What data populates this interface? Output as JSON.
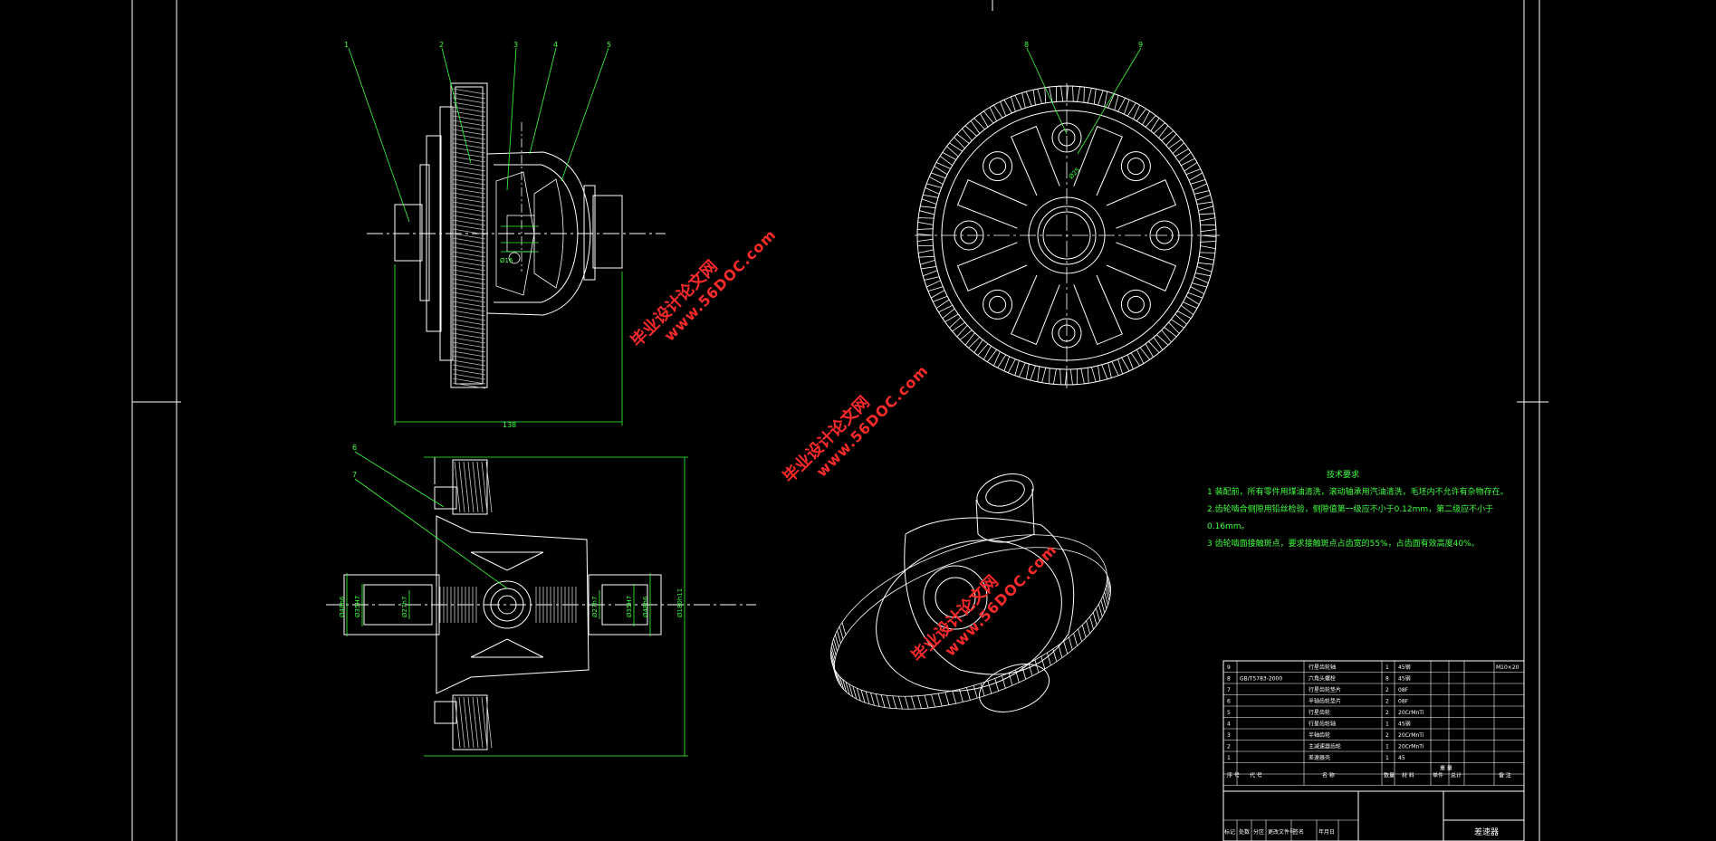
{
  "balloons": [
    "1",
    "2",
    "3",
    "4",
    "5",
    "6",
    "7",
    "8",
    "9"
  ],
  "dimensions": {
    "width_top": "138",
    "d_left_outer": "Ø48h6",
    "d_left_inner": "Ø35H7",
    "d_spline_left": "Ø27h7",
    "d_spline_right": "Ø27h7",
    "d_right_inner": "Ø35H7",
    "d_right_outer": "Ø48h6",
    "d_total": "Ø180h11",
    "d_center": "Ø16",
    "d_front": "Ø25"
  },
  "tech_req": {
    "title": "技术要求",
    "lines": [
      "1 装配前，所有零件用煤油清洗，滚动轴承用汽油清洗，毛坯内不允许有杂物存在。",
      "2.齿轮啮合侧隙用铅丝检验，侧隙值第一级应不小于0.12mm，第二级应不小于",
      "0.16mm。",
      "3 齿轮啮面接触斑点，要求接触斑点占齿宽的55%，占齿面有效高度40%。"
    ]
  },
  "watermark": {
    "cn": "毕业设计论文网",
    "url": "www.56DOC.com"
  },
  "bom": {
    "rows": [
      {
        "no": "9",
        "code": "",
        "name": "行星齿轮轴",
        "qty": "1",
        "material": "45钢",
        "note": "M10×20"
      },
      {
        "no": "8",
        "code": "GB/T5783-2000",
        "name": "六角头螺栓",
        "qty": "8",
        "material": "45钢",
        "note": ""
      },
      {
        "no": "7",
        "code": "",
        "name": "行星齿轮垫片",
        "qty": "2",
        "material": "08F",
        "note": ""
      },
      {
        "no": "6",
        "code": "",
        "name": "半轴齿轮垫片",
        "qty": "2",
        "material": "08F",
        "note": ""
      },
      {
        "no": "5",
        "code": "",
        "name": "行星齿轮",
        "qty": "2",
        "material": "20CrMnTi",
        "note": ""
      },
      {
        "no": "4",
        "code": "",
        "name": "行星齿轮轴",
        "qty": "1",
        "material": "45钢",
        "note": ""
      },
      {
        "no": "3",
        "code": "",
        "name": "半轴齿轮",
        "qty": "2",
        "material": "20CrMnTi",
        "note": ""
      },
      {
        "no": "2",
        "code": "",
        "name": "主减速器齿轮",
        "qty": "1",
        "material": "20CrMnTi",
        "note": ""
      },
      {
        "no": "1",
        "code": "",
        "name": "差速器壳",
        "qty": "1",
        "material": "45",
        "note": ""
      }
    ],
    "header": {
      "no": "序 号",
      "code": "代 号",
      "name": "名 称",
      "qty": "数量",
      "material": "材 料",
      "unit_wt": "单件",
      "total_wt": "总计",
      "mass": "重 量",
      "note": "备 注"
    },
    "sign_row": [
      "标记",
      "处数",
      "分区",
      "更改文件号",
      "签名",
      "年月日"
    ],
    "drawing_title": "差速器"
  }
}
